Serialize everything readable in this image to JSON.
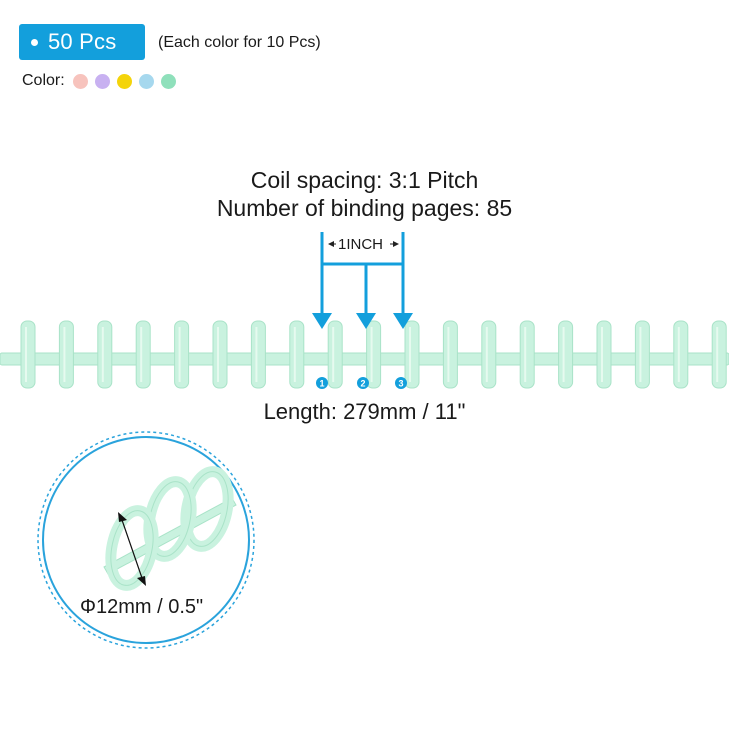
{
  "header": {
    "quantity_label": "50 Pcs",
    "quantity_note": "(Each color for 10 Pcs)"
  },
  "colors": {
    "label": "Color:",
    "swatches": [
      {
        "name": "pink",
        "hex": "#f7c3bd"
      },
      {
        "name": "purple",
        "hex": "#c8b1f1"
      },
      {
        "name": "yellow",
        "hex": "#f4d40b"
      },
      {
        "name": "blue",
        "hex": "#a6d8ee"
      },
      {
        "name": "green",
        "hex": "#8fe0bb"
      }
    ]
  },
  "specs": {
    "coil_spacing": "Coil spacing: 3:1 Pitch",
    "binding_pages": "Number of binding pages: 85",
    "pitch_label": "1INCH",
    "markers": [
      "1",
      "2",
      "3"
    ],
    "length": "Length: 279mm / 11\"",
    "diameter": "Φ12mm / 0.5\""
  },
  "style": {
    "accent": "#139fdc",
    "coil_color": "#c9f2df",
    "coil_edge": "#a9e3c8"
  }
}
